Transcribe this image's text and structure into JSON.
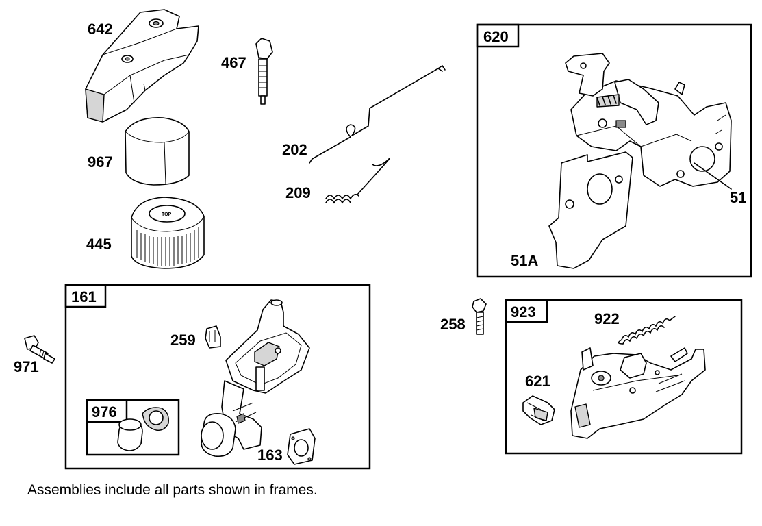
{
  "parts": {
    "p642": "642",
    "p467": "467",
    "p967": "967",
    "p445": "445",
    "p202": "202",
    "p209": "209",
    "p51": "51",
    "p51a": "51A",
    "p259": "259",
    "p971": "971",
    "p163": "163",
    "p258": "258",
    "p922": "922",
    "p621": "621"
  },
  "frames": {
    "f620": "620",
    "f161": "161",
    "f976": "976",
    "f923": "923"
  },
  "filter_print": "TOP",
  "note": "Assemblies include all parts shown in frames."
}
